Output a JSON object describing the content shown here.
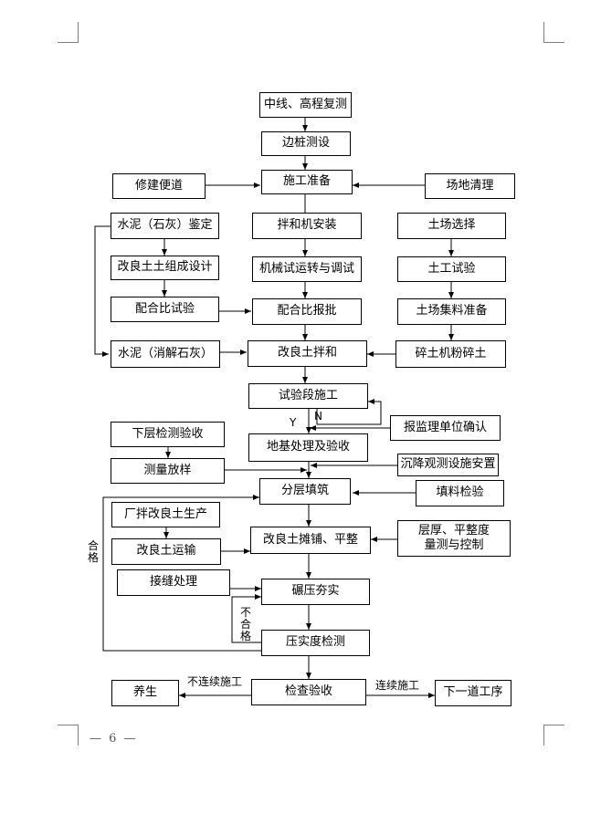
{
  "page_number": "— 6 —",
  "boxes": {
    "b1": "中线、高程复测",
    "b2": "边桩测设",
    "b3": "施工准备",
    "b4": "修建便道",
    "b5": "场地清理",
    "b6": "水泥（石灰）鉴定",
    "b7": "拌和机安装",
    "b8": "土场选择",
    "b9": "改良土土组成设计",
    "b10": "机械试运转与调试",
    "b11": "土工试验",
    "b12": "配合比试验",
    "b13": "配合比报批",
    "b14": "土场集料准备",
    "b15": "水泥（消解石灰）",
    "b16": "改良土拌和",
    "b17": "碎土机粉碎土",
    "b18": "试验段施工",
    "b19": "报监理单位确认",
    "b20": "下层检测验收",
    "b21": "地基处理及验收",
    "b22": "测量放样",
    "b23": "沉降观测设施安置",
    "b24": "分层填筑",
    "b25": "填料检验",
    "b26": "厂拌改良土生产",
    "b27": "改良土摊铺、平整",
    "b28": "层厚、平整度\n量测与控制",
    "b29": "改良土运输",
    "b30": "接缝处理",
    "b31": "碾压夯实",
    "b32": "压实度检测",
    "b33": "养生",
    "b34": "检查验收",
    "b35": "下一道工序"
  },
  "labels": {
    "y": "Y",
    "n": "N",
    "pass": "合格",
    "fail": "不合格",
    "discontinuous": "不连续施工",
    "continuous": "连续施工"
  }
}
